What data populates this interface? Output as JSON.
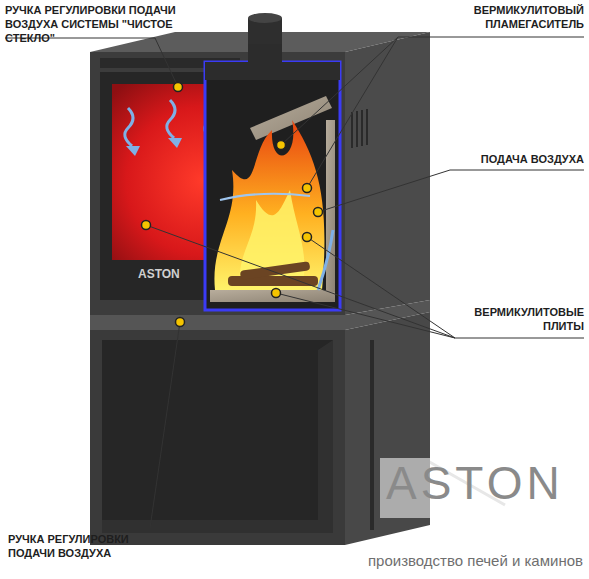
{
  "diagram": {
    "labels": [
      "РУЧКА РЕГУЛИРОВКИ ПОДАЧИ ВОЗДУХА СИСТЕМЫ \"ЧИСТОЕ СТЕКЛО\"",
      "ВЕРМИКУЛИТОВЫЙ ПЛАМЕГАСИТЕЛЬ",
      "ПОДАЧА ВОЗДУХА",
      "ВЕРМИКУЛИТОВЫЕ ПЛИТЫ",
      "РУЧКА РЕГУЛИРОВКИ ПОДАЧИ ВОЗДУХА",
      "ASTON",
      "ASTON",
      "производство печей и каминов"
    ]
  }
}
